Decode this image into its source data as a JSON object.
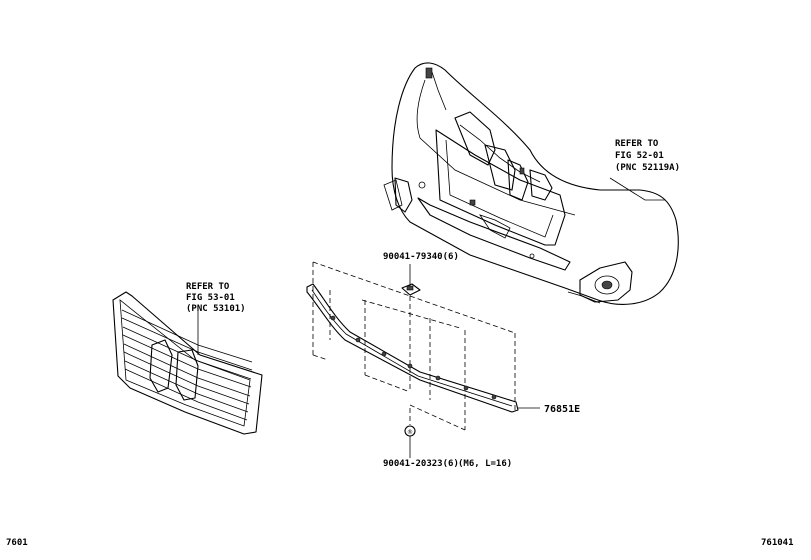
{
  "callouts": {
    "bumper_ref": {
      "line1": "REFER TO",
      "line2": "FIG 52-01",
      "line3": "(PNC 52119A)"
    },
    "grille_ref": {
      "line1": "REFER TO",
      "line2": "FIG 53-01",
      "line3": "(PNC 53101)"
    },
    "clip_part": "90041-79340(6)",
    "molding_part": "76851E",
    "screw_part": "90041-20323(6)",
    "screw_spec": "(M6, L=16)"
  },
  "footer": {
    "left_code": "7601",
    "right_code": "761041"
  }
}
